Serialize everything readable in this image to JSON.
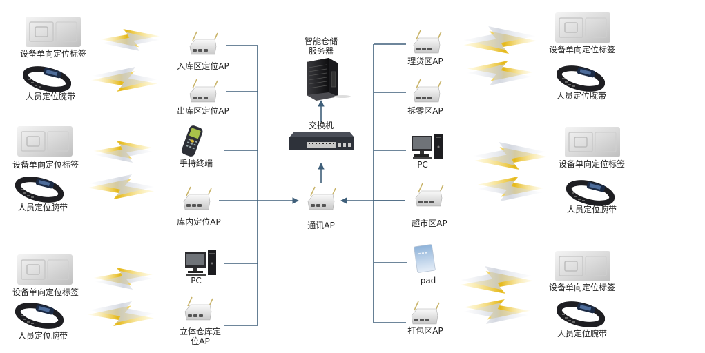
{
  "title": "智能仓储定位系统网络拓扑",
  "colors": {
    "bus_line": "#3f5f7a",
    "arrow": "#3f5f7a",
    "signal_gold": "#e8c020",
    "signal_shadow": "#d0d6e0",
    "tag_card": "#e6e6e6",
    "wristband": "#1e1e22"
  },
  "center": {
    "server_label_line1": "智能仓储",
    "server_label_line2": "服务器",
    "switch_label": "交换机",
    "comm_ap_label": "通讯AP"
  },
  "left_devices": [
    {
      "id": "inbound-ap",
      "label": "入库区定位AP",
      "icon": "wireless-ap-icon"
    },
    {
      "id": "outbound-ap",
      "label": "出库区定位AP",
      "icon": "wireless-ap-icon"
    },
    {
      "id": "handheld",
      "label": "手持终端",
      "icon": "handheld-terminal-icon"
    },
    {
      "id": "warehouse-ap",
      "label": "库内定位AP",
      "icon": "wireless-ap-icon"
    },
    {
      "id": "pc-left",
      "label": "PC",
      "icon": "pc-icon"
    },
    {
      "id": "stereo-ap",
      "label_line1": "立体仓库定",
      "label_line2": "位AP",
      "icon": "wireless-ap-icon"
    }
  ],
  "right_devices": [
    {
      "id": "sorting-ap",
      "label": "理货区AP",
      "icon": "wireless-ap-icon"
    },
    {
      "id": "unpack-ap",
      "label": "拆零区AP",
      "icon": "wireless-ap-icon"
    },
    {
      "id": "pc-right",
      "label": "PC",
      "icon": "pc-icon"
    },
    {
      "id": "market-ap",
      "label": "超市区AP",
      "icon": "wireless-ap-icon"
    },
    {
      "id": "pad",
      "label": "pad",
      "icon": "tablet-icon"
    },
    {
      "id": "packing-ap",
      "label": "打包区AP",
      "icon": "wireless-ap-icon"
    }
  ],
  "endpoints": {
    "tag_label": "设备单向定位标签",
    "band_label": "人员定位腕带"
  }
}
